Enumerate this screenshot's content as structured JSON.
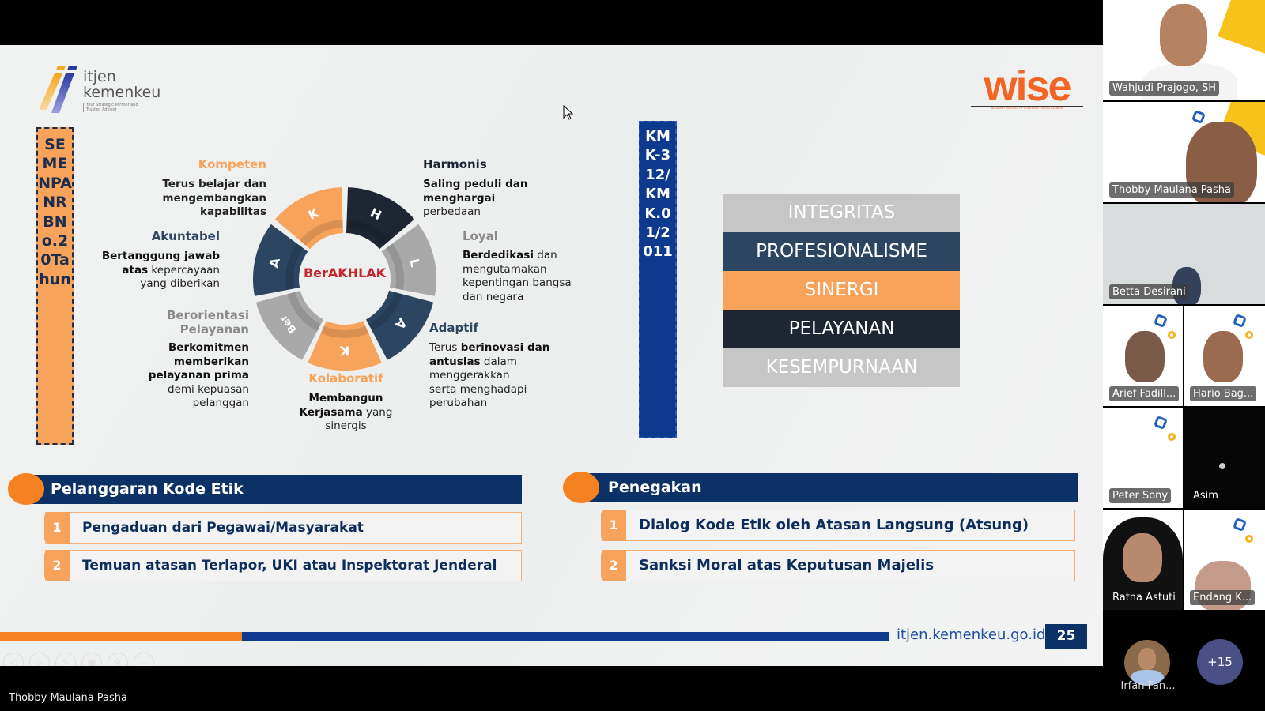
{
  "slide": {
    "logo": {
      "line1": "itjen",
      "line2": "kemenkeu",
      "tagline": "Your Strategic Partner and Trusted Advisor"
    },
    "wise_logo": {
      "text": "wise",
      "tagline": "WISDOM • INTEGRITY • SOLUTION • EFFECTIVENESS"
    },
    "vertical_left": "SEMENPANRBNo.20Tahun",
    "vertical_kmk": "KMK-312/KMK.01/2011",
    "ring": {
      "center": "BerAKHLAK",
      "segments": [
        {
          "letter": "H",
          "color": "#1f2633"
        },
        {
          "letter": "L",
          "color": "#a9a9a9"
        },
        {
          "letter": "A",
          "color": "#2c4560"
        },
        {
          "letter": "K",
          "color": "#f7a35c"
        },
        {
          "letter": "Ber",
          "color": "#a9a9a9"
        },
        {
          "letter": "A",
          "color": "#2c4560"
        },
        {
          "letter": "K",
          "color": "#f7a35c"
        }
      ]
    },
    "values": {
      "kompeten": {
        "title": "Kompeten",
        "desc": [
          "Terus belajar dan",
          "mengembangkan",
          "kapabilitas"
        ]
      },
      "akuntabel": {
        "title": "Akuntabel",
        "desc_b1": "Bertanggung jawab",
        "desc_b2": "atas",
        "desc_n2": " kepercayaan",
        "desc_n3": "yang diberikan"
      },
      "berorientasi": {
        "title1": "Berorientasi",
        "title2": "Pelayanan",
        "desc_b": [
          "Berkomitmen",
          "memberikan",
          "pelayanan prima"
        ],
        "desc_n": [
          "demi kepuasan",
          "pelanggan"
        ]
      },
      "kolaboratif": {
        "title": "Kolaboratif",
        "desc_b1": "Membangun",
        "desc_b2": "Kerjasama",
        "desc_n2": " yang",
        "desc_n3": "sinergis"
      },
      "harmonis": {
        "title": "Harmonis",
        "desc_b": [
          "Saling peduli dan",
          "menghargai"
        ],
        "desc_n": "perbedaan"
      },
      "loyal": {
        "title": "Loyal",
        "desc_b": "Berdedikasi",
        "desc_n1": " dan",
        "desc_n": [
          "mengutamakan",
          "kepentingan bangsa",
          "dan negara"
        ]
      },
      "adaptif": {
        "title": "Adaptif",
        "desc_n1": "Terus ",
        "desc_b1": "berinovasi dan",
        "desc_b2": "antusias",
        "desc_n2": " dalam",
        "desc_n": [
          "menggerakkan",
          "serta menghadapi",
          "perubahan"
        ]
      }
    },
    "wise_values": [
      {
        "label": "INTEGRITAS",
        "color": "#c6c6c6"
      },
      {
        "label": "PROFESIONALISME",
        "color": "#2c4560"
      },
      {
        "label": "SINERGI",
        "color": "#f7a35c"
      },
      {
        "label": "PELAYANAN",
        "color": "#1f2633"
      },
      {
        "label": "KESEMPURNAAN",
        "color": "#c6c6c6"
      }
    ],
    "pelanggaran": {
      "title": "Pelanggaran Kode Etik",
      "items": [
        {
          "n": "1",
          "text": "Pengaduan dari Pegawai/Masyarakat"
        },
        {
          "n": "2",
          "text": "Temuan atasan Terlapor, UKI atau Inspektorat Jenderal"
        }
      ]
    },
    "penegakan": {
      "title": "Penegakan",
      "items": [
        {
          "n": "1",
          "text": "Dialog Kode Etik oleh Atasan Langsung (Atsung)"
        },
        {
          "n": "2",
          "text": "Sanksi Moral atas Keputusan Majelis"
        }
      ]
    },
    "footer": {
      "url": "itjen.kemenkeu.go.id",
      "page": "25"
    },
    "colors": {
      "orange": "#f58220",
      "navy": "#0c3166",
      "blue": "#0d3a8e"
    }
  },
  "presenter_name": "Thobby Maulana Pasha",
  "participants": [
    {
      "name": "Wahjudi Prajogo, SH"
    },
    {
      "name": "Thobby Maulana Pasha"
    },
    {
      "name": "Betta Desirani"
    },
    {
      "name": "Arief Fadill..."
    },
    {
      "name": "Hario Bag..."
    },
    {
      "name": "Peter Sony"
    },
    {
      "name": "Asim"
    },
    {
      "name": "Ratna Astuti"
    },
    {
      "name": "Endang K..."
    },
    {
      "name": "Irfan Fan..."
    }
  ],
  "more_participants": "+15"
}
